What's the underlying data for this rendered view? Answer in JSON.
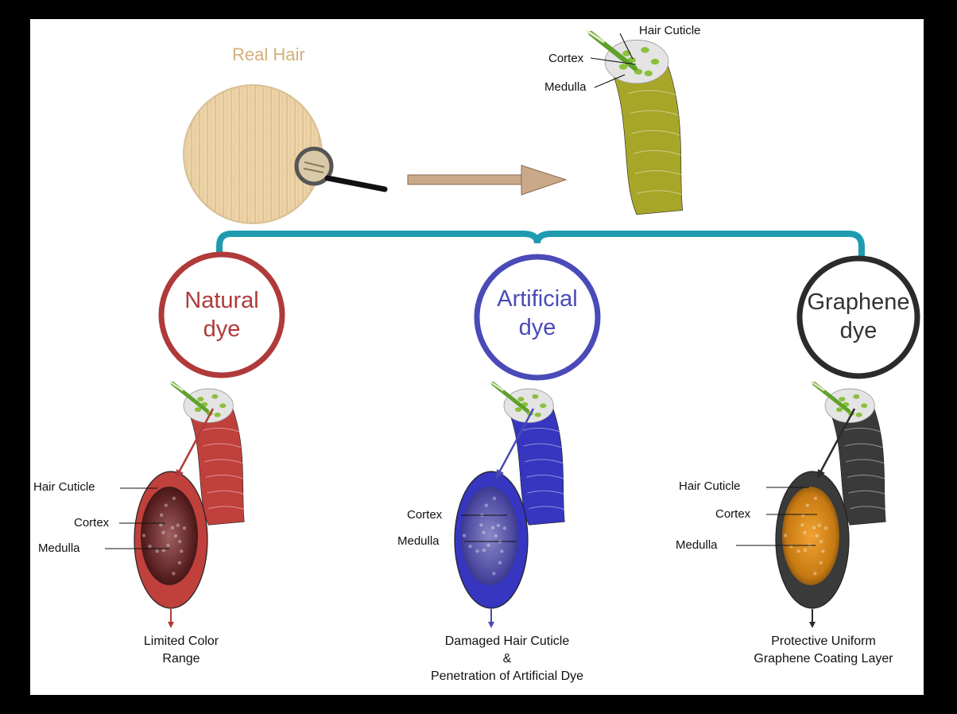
{
  "title": "Real Hair",
  "top_labels": {
    "hair_cuticle": "Hair Cuticle",
    "cortex": "Cortex",
    "medulla": "Medulla"
  },
  "branches": [
    {
      "line1": "Natural",
      "line2": "dye",
      "color": "#b03a3a",
      "fill": "#c0403c",
      "labels": [
        "Hair Cuticle",
        "Cortex",
        "Medulla"
      ],
      "caption": [
        "Limited Color",
        "Range"
      ]
    },
    {
      "line1": "Artificial",
      "line2": "dye",
      "color": "#4a4ab8",
      "fill": "#3636c0",
      "labels": [
        "Cortex",
        "Medulla"
      ],
      "caption": [
        "Damaged Hair Cuticle",
        "&",
        "Penetration of Artificial Dye"
      ]
    },
    {
      "line1": "Graphene",
      "line2": "dye",
      "color": "#2b2b2b",
      "fill": "#3a3a3a",
      "labels": [
        "Hair Cuticle",
        "Cortex",
        "Medulla"
      ],
      "caption": [
        "Protective Uniform",
        "Graphene Coating Layer"
      ]
    }
  ],
  "colors": {
    "connector": "#1f9bb0",
    "arrow": "#c9a98a",
    "hair_top": "#a7a628",
    "vesicle": "#8bbf3c"
  }
}
